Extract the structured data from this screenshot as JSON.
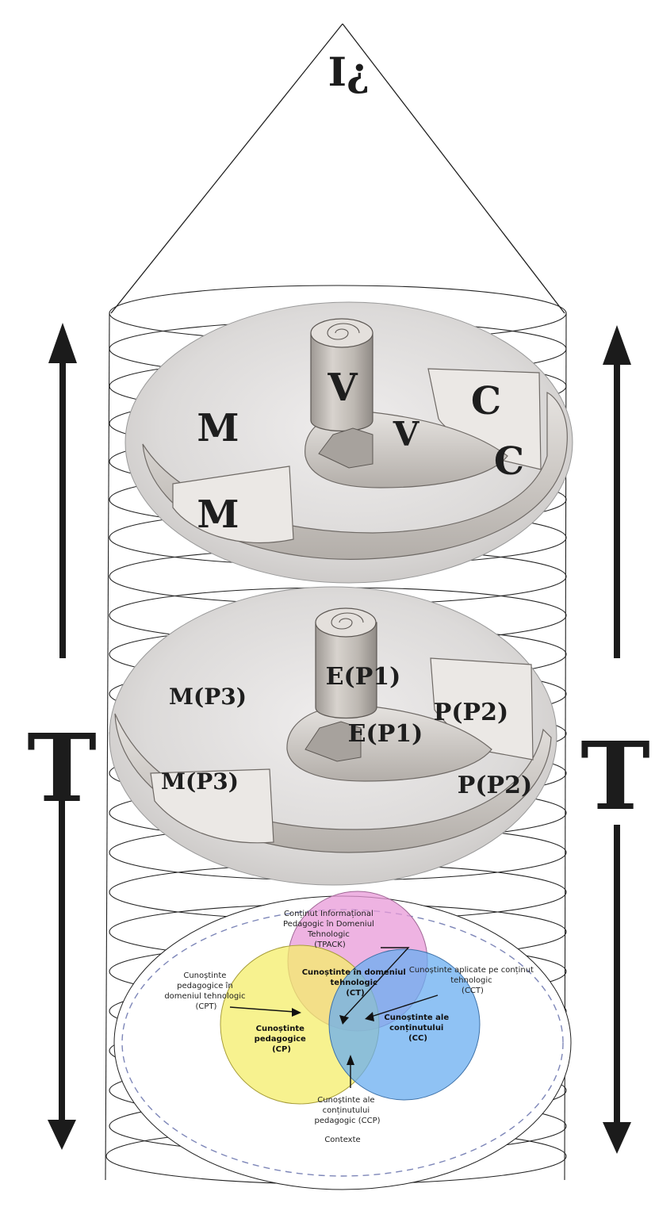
{
  "apex_label": "I¿",
  "side_labels": {
    "left": "T",
    "right": "T"
  },
  "disc_top": {
    "labels": [
      "V",
      "V",
      "C",
      "C",
      "M",
      "M"
    ]
  },
  "disc_middle": {
    "labels": [
      "E(P1)",
      "E(P1)",
      "P(P2)",
      "P(P2)",
      "M(P3)",
      "M(P3)"
    ]
  },
  "disc_bottom": {
    "title_lines": [
      "Conținut Informațional",
      "Pedagogic în Domeniul",
      "Tehnologic",
      "(TPACK)"
    ],
    "ct_lines": [
      "Cunoștinte în domeniul",
      "tehnologic",
      "(CT)"
    ],
    "cct_lines": [
      "Cunoștinte aplicate pe conținut",
      "tehnologic",
      "(CCT)"
    ],
    "cpt_lines": [
      "Cunoștinte",
      "pedagogice în",
      "domeniul tehnologic",
      "(CPT)"
    ],
    "cp_lines": [
      "Cunoștinte",
      "pedagogice",
      "(CP)"
    ],
    "cc_lines": [
      "Cunoștinte ale",
      "conținutului",
      "(CC)"
    ],
    "ccp_lines": [
      "Cunoștinte ale",
      "conținutului",
      "pedagogic  (CCP)"
    ],
    "context": "Contexte",
    "colors": {
      "ct": "#e89ad8",
      "cp": "#f4ee6a",
      "cc": "#6aaef0",
      "dashed": "#7d86b8"
    }
  }
}
